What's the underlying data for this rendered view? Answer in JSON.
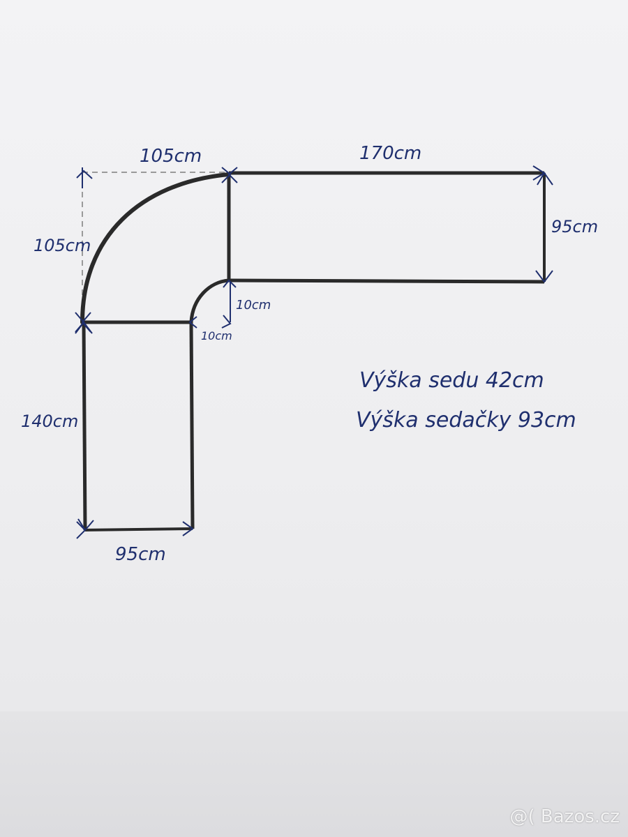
{
  "diagram": {
    "dimensions": {
      "top_left_width": "105cm",
      "top_length": "170cm",
      "right_depth": "95cm",
      "left_arc_height": "105cm",
      "inner_radius_vertical": "10cm",
      "inner_radius_horizontal": "10cm",
      "left_length": "140cm",
      "bottom_width": "95cm"
    },
    "notes": {
      "seat_height": "Výška sedu 42cm",
      "sofa_height": "Výška sedačky 93cm"
    },
    "colors": {
      "outline": "#2a2a2a",
      "ink": "#1f2f6e",
      "dashed": "#9a9a9a"
    }
  },
  "watermark": {
    "text": "@( Bazos.cz"
  }
}
